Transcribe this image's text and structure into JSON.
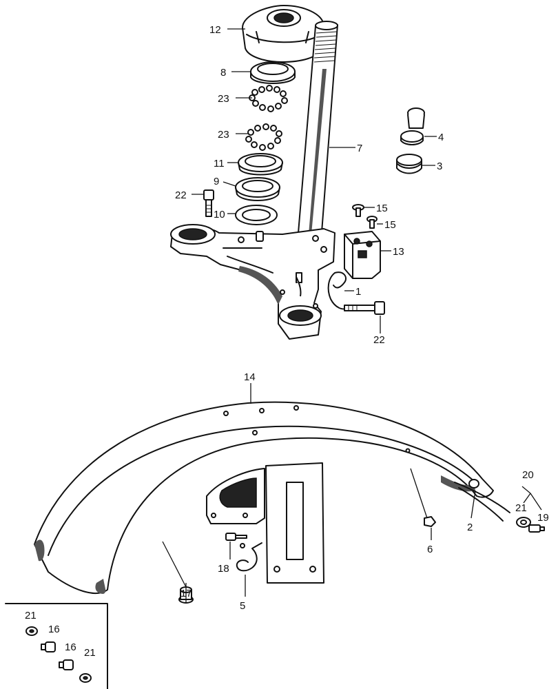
{
  "callouts": {
    "c12": "12",
    "c8": "8",
    "c23a": "23",
    "c23b": "23",
    "c11": "11",
    "c9": "9",
    "c22a": "22",
    "c10": "10",
    "c7": "7",
    "c4": "4",
    "c3": "3",
    "c15a": "15",
    "c15b": "15",
    "c13": "13",
    "c1": "1",
    "c22b": "22",
    "c14": "14",
    "c20": "20",
    "c21a": "21",
    "c19": "19",
    "c2": "2",
    "c6": "6",
    "c18": "18",
    "c17": "17",
    "c5": "5",
    "c21b": "21",
    "c16a": "16",
    "c16b": "16",
    "c21c": "21"
  },
  "colors": {
    "line": "#111111",
    "background": "#ffffff"
  }
}
